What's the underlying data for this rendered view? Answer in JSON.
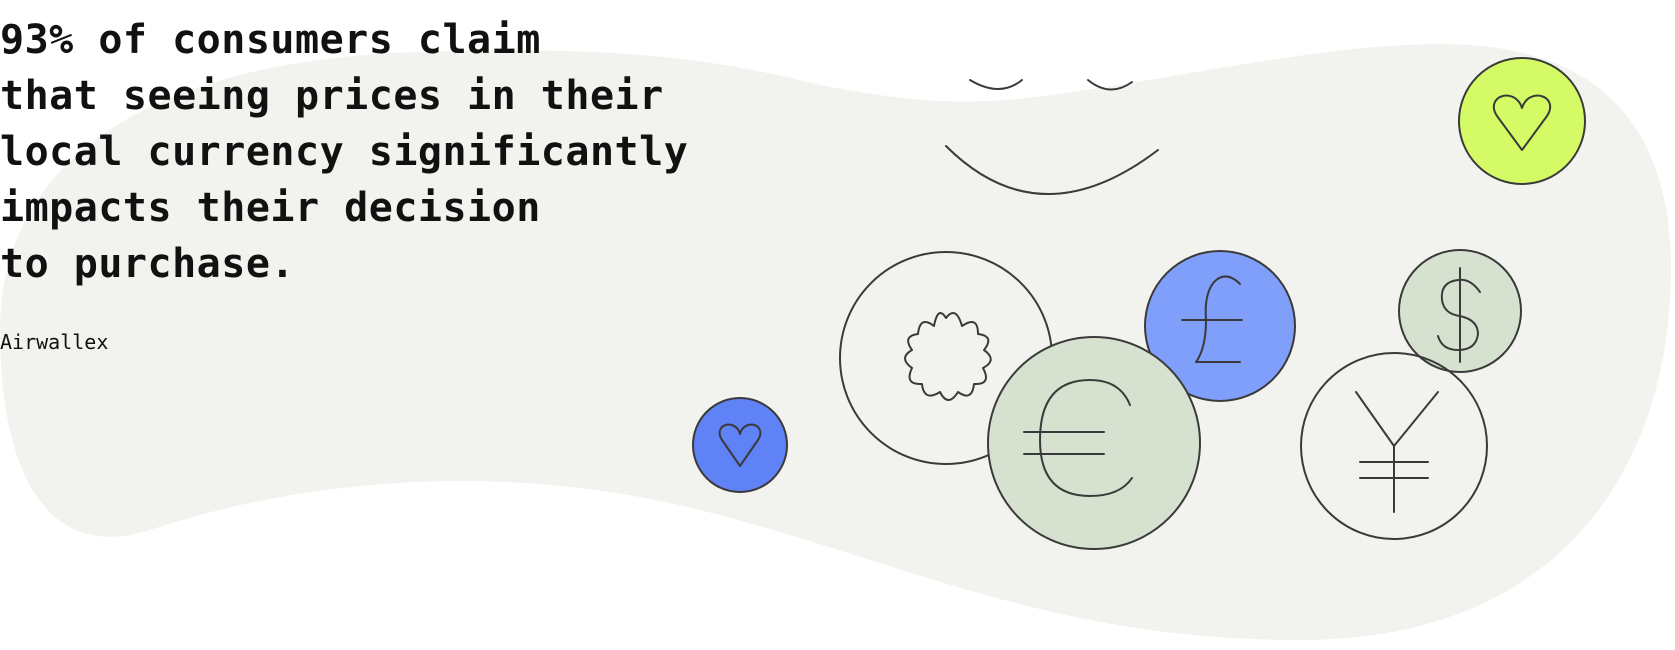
{
  "quote": {
    "lines": [
      "93% of consumers claim",
      "that seeing prices in their",
      "local currency significantly",
      "impacts their decision",
      "to purchase."
    ]
  },
  "source": "Airwallex",
  "colors": {
    "background_blob": "#f2f3ee",
    "stroke": "#3a3a3a",
    "lime": "#d4fb65",
    "blue": "#7f9ffb",
    "blue_dark": "#5f82f6",
    "sage": "#d6e2cf",
    "text": "#111111"
  },
  "icons": [
    "smile-doodle",
    "heart-icon",
    "sun-icon",
    "pound-icon",
    "dollar-icon",
    "euro-icon",
    "yen-icon",
    "heart-icon"
  ]
}
